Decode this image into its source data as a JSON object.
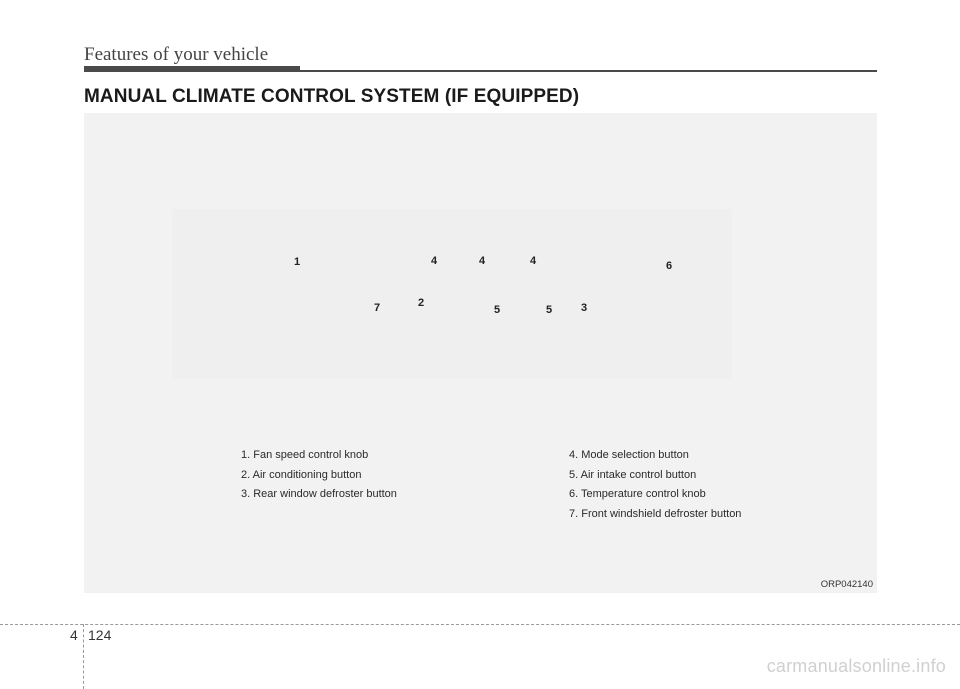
{
  "header": {
    "title": "Features of your vehicle"
  },
  "section": {
    "title": "MANUAL CLIMATE CONTROL SYSTEM (IF EQUIPPED)"
  },
  "figure": {
    "callouts": [
      "1",
      "4",
      "4",
      "4",
      "6",
      "7",
      "2",
      "5",
      "5",
      "3"
    ],
    "legend_left": [
      "1. Fan speed control knob",
      "2. Air conditioning button",
      "3. Rear window defroster button"
    ],
    "legend_right": [
      "4. Mode selection button",
      "5. Air intake control button",
      "6. Temperature control knob",
      "7. Front windshield defroster button"
    ],
    "code": "ORP042140"
  },
  "footer": {
    "chapter": "4",
    "page": "124",
    "watermark": "carmanualsonline.info"
  }
}
